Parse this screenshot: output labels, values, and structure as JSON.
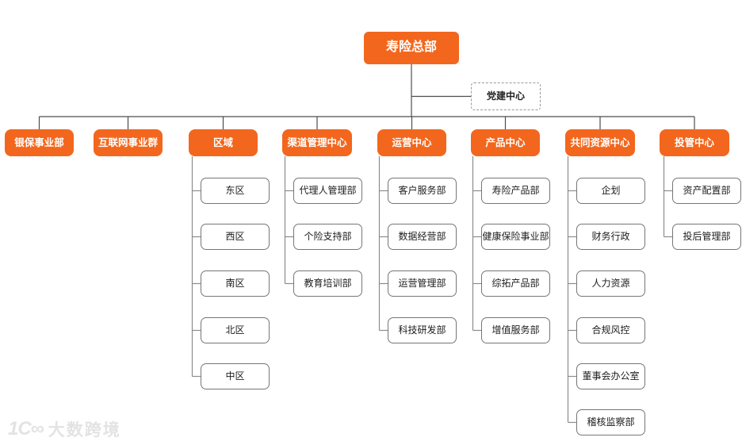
{
  "diagram": {
    "root": {
      "label": "寿险总部"
    },
    "party_box": {
      "label": "党建中心"
    },
    "branches": [
      {
        "label": "银保事业部",
        "children": []
      },
      {
        "label": "互联网事业群",
        "children": []
      },
      {
        "label": "区域",
        "children": [
          "东区",
          "西区",
          "南区",
          "北区",
          "中区"
        ]
      },
      {
        "label": "渠道管理中心",
        "children": [
          "代理人管理部",
          "个险支持部",
          "教育培训部"
        ]
      },
      {
        "label": "运营中心",
        "children": [
          "客户服务部",
          "数据经营部",
          "运营管理部",
          "科技研发部"
        ]
      },
      {
        "label": "产品中心",
        "children": [
          "寿险产品部",
          "健康保险事业部",
          "综拓产品部",
          "增值服务部"
        ]
      },
      {
        "label": "共同资源中心",
        "children": [
          "企划",
          "财务行政",
          "人力资源",
          "合规风控",
          "董事会办公室",
          "稽核监察部"
        ]
      },
      {
        "label": "投管中心",
        "children": [
          "资产配置部",
          "投后管理部"
        ]
      }
    ],
    "colors": {
      "accent": "#F2671D",
      "line_main": "#4d4d4d",
      "line_branch": "#8c8c8c",
      "child_border": "#767676"
    },
    "watermark": {
      "logo": "1C∞",
      "text": "大数跨境"
    }
  }
}
